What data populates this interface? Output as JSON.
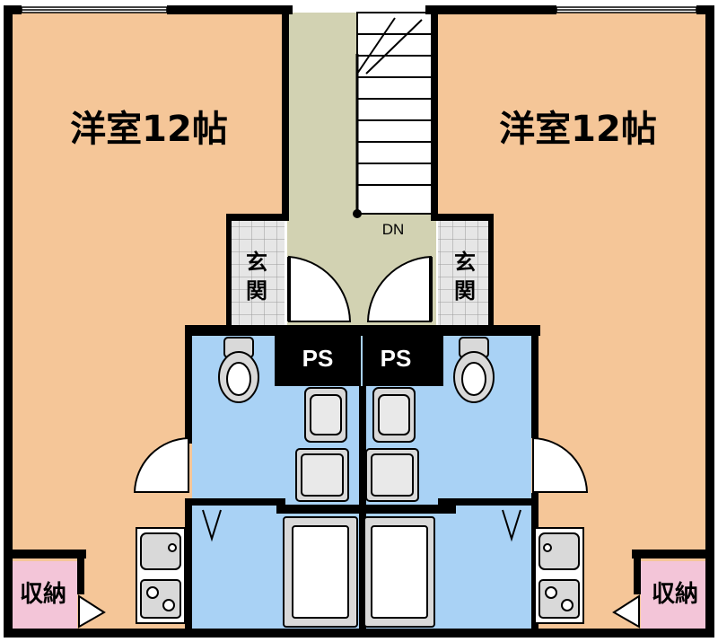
{
  "plan": {
    "left_room": {
      "label": "洋室12帖"
    },
    "right_room": {
      "label": "洋室12帖"
    },
    "left_entrance": {
      "label_chars": [
        "玄",
        "関"
      ]
    },
    "right_entrance": {
      "label_chars": [
        "玄",
        "関"
      ]
    },
    "stair": {
      "label": "DN"
    },
    "left_ps": {
      "label": "PS"
    },
    "right_ps": {
      "label": "PS"
    },
    "left_storage": {
      "label": "収納"
    },
    "right_storage": {
      "label": "収納"
    }
  },
  "colors": {
    "room_floor": "#f5c698",
    "wet_area": "#a9d2f5",
    "stair_floor": "#d2d2b2",
    "entrance_tile": "#e6e6e6",
    "storage": "#f3c5d8",
    "wall": "#000000",
    "fixture": "#d9d9d9"
  }
}
